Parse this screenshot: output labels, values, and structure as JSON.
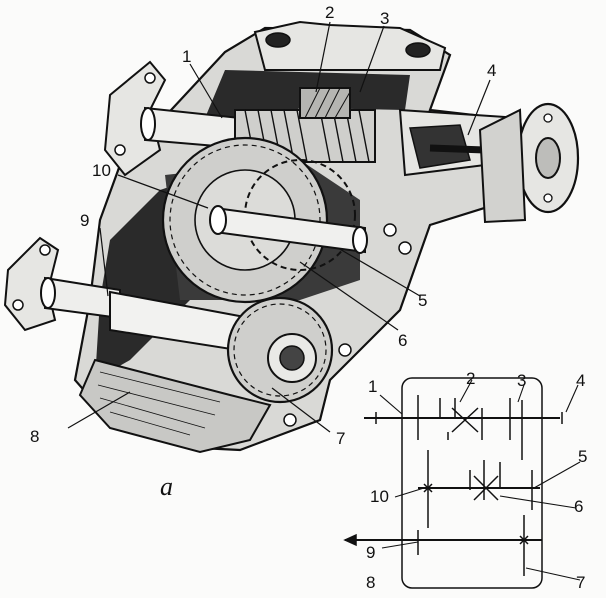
{
  "figure": {
    "caption": "а",
    "colors": {
      "ink": "#111111",
      "paper": "#fbfbfa",
      "metal": "#d9d9d6",
      "shadow": "#2a2a2a"
    }
  },
  "illustration": {
    "labels": [
      "1",
      "2",
      "3",
      "4",
      "10",
      "9",
      "5",
      "6",
      "8",
      "7"
    ]
  },
  "schematic": {
    "labels": [
      "1",
      "2",
      "3",
      "4",
      "5",
      "10",
      "6",
      "9",
      "8",
      "7"
    ]
  }
}
